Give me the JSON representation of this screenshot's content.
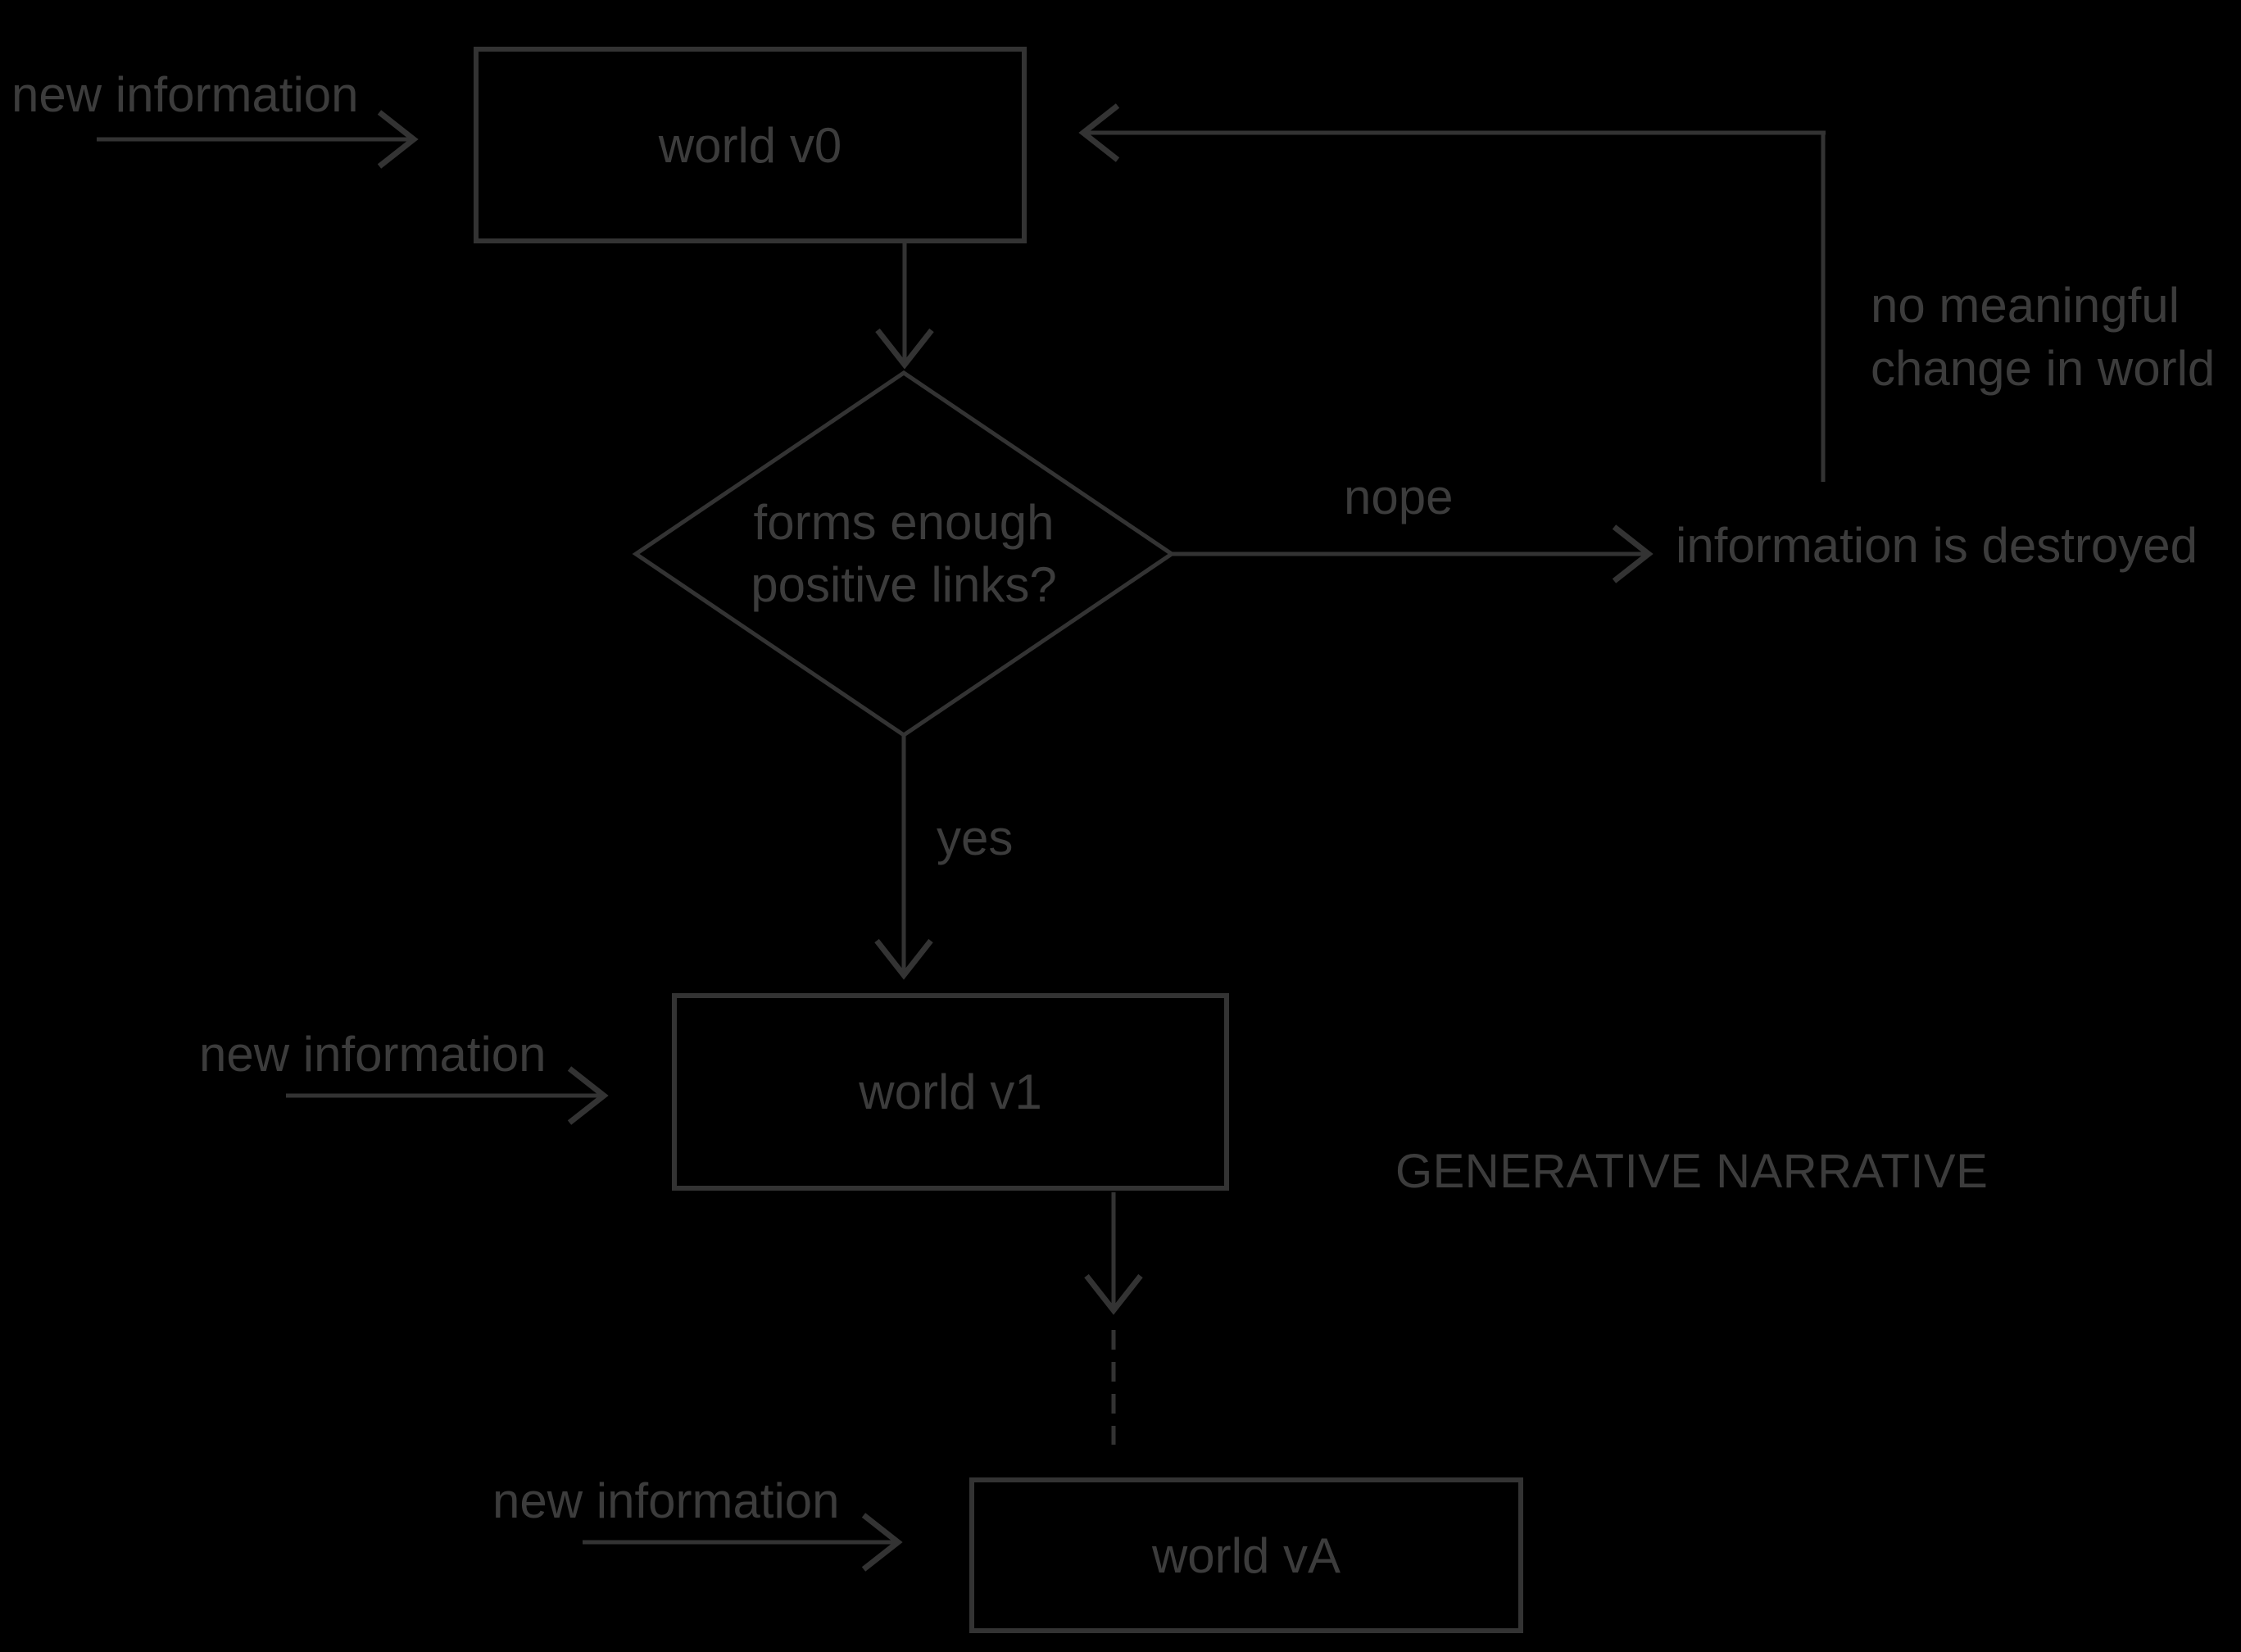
{
  "colors": {
    "background": "#000000",
    "stroke": "#333333",
    "label": "#3c3c3c"
  },
  "nodes": {
    "world_v0": {
      "label": "world v0"
    },
    "world_v1": {
      "label": "world v1"
    },
    "world_vA": {
      "label": "world vA"
    },
    "decision": {
      "line1": "forms enough",
      "line2": "positive links?"
    }
  },
  "edge_labels": {
    "new_information_top": "new information",
    "new_information_mid": "new information",
    "new_information_bottom": "new information",
    "nope": "nope",
    "yes": "yes",
    "information_destroyed": "information is destroyed",
    "no_meaningful": {
      "line1": "no meaningful",
      "line2": "change in world"
    }
  },
  "caption": {
    "text": "GENERATIVE NARRATIVE"
  }
}
